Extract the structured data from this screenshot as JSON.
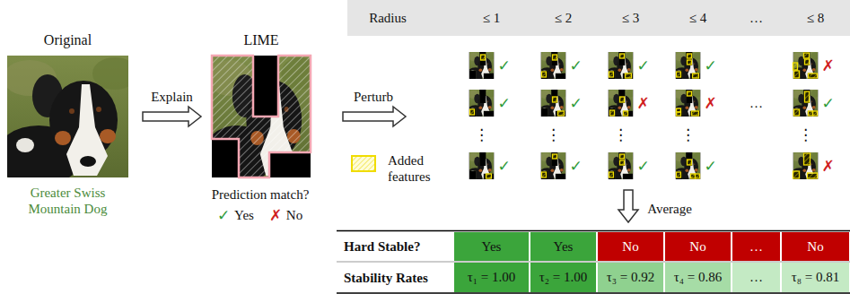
{
  "diagram": {
    "nodes": [
      {
        "text": [
          "Original",
          "Greater Swiss Mountain Dog"
        ]
      },
      {
        "text": [
          "LIME"
        ]
      }
    ],
    "edges": [
      {
        "from": 0,
        "to": 1,
        "label": "Explain",
        "arrow": "to"
      }
    ],
    "labels": [
      "Prediction match?",
      "✓",
      "Yes",
      "✗",
      "No",
      "Perturb",
      "Radius",
      "≤ 1",
      "≤ 2",
      "≤ 3",
      "≤ 4",
      "…",
      "≤ 8",
      "✓",
      "✓",
      "✓",
      "✓",
      "✗",
      "✓",
      "✓",
      "✗",
      "✗",
      "✓",
      "…",
      "⋮",
      "⋮",
      "⋮",
      "⋮",
      "⋮",
      "✓",
      "✓",
      "✓",
      "✓",
      "✗",
      "Average",
      "Hard Stable?",
      "Yes",
      "Yes",
      "No",
      "No",
      "…",
      "No",
      "Stability Rates",
      "τ₁ = 1.00",
      "τ₂ = 1.00",
      "τ₃ = 0.92",
      "τ₄ = 0.86",
      "…",
      "τ₈ = 0.81"
    ],
    "legend": [
      {
        "text": "Added features"
      }
    ]
  }
}
